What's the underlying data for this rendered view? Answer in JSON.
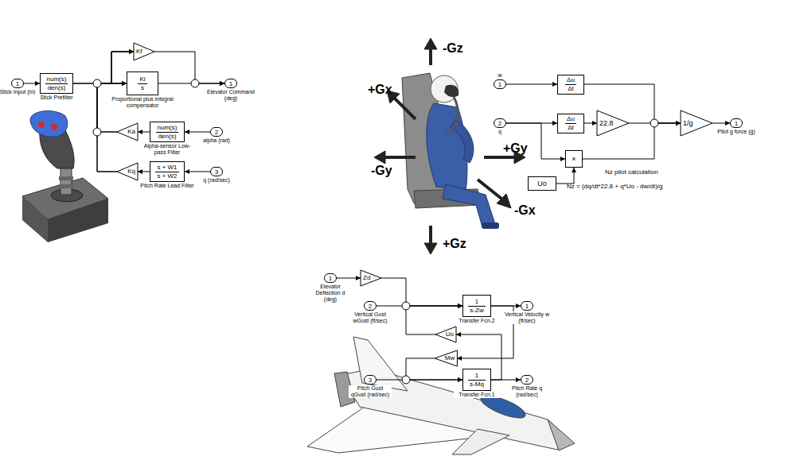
{
  "diagram": {
    "nodes": [
      {
        "text": [
          "1",
          "Stick Input (in)"
        ]
      },
      {
        "text": [
          "num(s)",
          "den(s)",
          "Stick Prefilter"
        ]
      },
      {
        "text": [
          "Kf"
        ]
      },
      {
        "text": [
          "Ki",
          "s",
          "Proportional plus integral compensator"
        ]
      },
      {
        "text": [
          "1",
          "Elevator Command (deg)"
        ]
      },
      {
        "text": [
          "Ka"
        ]
      },
      {
        "text": [
          "num(s)",
          "den(s)",
          "Alpha-sensor Low-pass Filter"
        ]
      },
      {
        "text": [
          "2",
          "alpha (rad)"
        ]
      },
      {
        "text": [
          "Kq"
        ]
      },
      {
        "text": [
          "s + W1",
          "s + W2",
          "Pitch Rate Lead Filter"
        ]
      },
      {
        "text": [
          "3",
          "q (rad/sec)"
        ]
      },
      {
        "text": [
          "1",
          "w"
        ]
      },
      {
        "text": [
          "Δu",
          "Δt"
        ]
      },
      {
        "text": [
          "2",
          "q"
        ]
      },
      {
        "text": [
          "Δu",
          "Δt"
        ]
      },
      {
        "text": [
          "22.8"
        ]
      },
      {
        "text": [
          "1/g"
        ]
      },
      {
        "text": [
          "1",
          "Pilot g force (g)"
        ]
      },
      {
        "text": [
          "×"
        ]
      },
      {
        "text": [
          "Uo"
        ]
      },
      {
        "text": [
          "1",
          "Elevator Deflection d (deg)"
        ]
      },
      {
        "text": [
          "Zd"
        ]
      },
      {
        "text": [
          "2",
          "Vertical Gust wGust (ft/sec)"
        ]
      },
      {
        "text": [
          "1",
          "s-Zw",
          "Transfer Fcn.2"
        ]
      },
      {
        "text": [
          "1",
          "Vertical Velocity w (ft/sec)"
        ]
      },
      {
        "text": [
          "Uo"
        ]
      },
      {
        "text": [
          "Mw"
        ]
      },
      {
        "text": [
          "3",
          "Pitch Gust qGust (rad/sec)"
        ]
      },
      {
        "text": [
          "1",
          "s-Mq",
          "Transfer Fcn.1"
        ]
      },
      {
        "text": [
          "2",
          "Pitch Rate q (rad/sec)"
        ]
      }
    ],
    "edges": [
      {
        "from": 0,
        "to": 1,
        "arrow": "to"
      },
      {
        "from": 1,
        "to": 3,
        "arrow": "to"
      },
      {
        "from": 1,
        "to": 2,
        "arrow": "to"
      },
      {
        "from": 3,
        "to": 4,
        "arrow": "to"
      },
      {
        "from": 2,
        "to": 4,
        "arrow": "to"
      },
      {
        "from": 5,
        "to": 3,
        "arrow": "to"
      },
      {
        "from": 5,
        "to": 2,
        "arrow": "to"
      },
      {
        "from": 8,
        "to": 3,
        "arrow": "to"
      },
      {
        "from": 8,
        "to": 2,
        "arrow": "to"
      },
      {
        "from": 6,
        "to": 5,
        "arrow": "to"
      },
      {
        "from": 7,
        "to": 6,
        "arrow": "to"
      },
      {
        "from": 9,
        "to": 8,
        "arrow": "to"
      },
      {
        "from": 10,
        "to": 9,
        "arrow": "to"
      },
      {
        "from": 11,
        "to": 12,
        "arrow": "to"
      },
      {
        "from": 13,
        "to": 14,
        "arrow": "to"
      },
      {
        "from": 14,
        "to": 15,
        "arrow": "to"
      },
      {
        "from": 12,
        "to": 16,
        "arrow": "to"
      },
      {
        "from": 15,
        "to": 16,
        "arrow": "to"
      },
      {
        "from": 18,
        "to": 16,
        "arrow": "to"
      },
      {
        "from": 16,
        "to": 17,
        "arrow": "to"
      },
      {
        "from": 13,
        "to": 18,
        "arrow": "to"
      },
      {
        "from": 19,
        "to": 18,
        "arrow": "to"
      },
      {
        "from": 20,
        "to": 21,
        "arrow": "to"
      },
      {
        "from": 21,
        "to": 23,
        "arrow": "to"
      },
      {
        "from": 22,
        "to": 23,
        "arrow": "to"
      },
      {
        "from": 23,
        "to": 24,
        "arrow": "to"
      },
      {
        "from": 23,
        "to": 26,
        "arrow": "to"
      },
      {
        "from": 28,
        "to": 25,
        "arrow": "to"
      },
      {
        "from": 25,
        "to": 23,
        "arrow": "to"
      },
      {
        "from": 26,
        "to": 28,
        "arrow": "to"
      },
      {
        "from": 27,
        "to": 28,
        "arrow": "to"
      },
      {
        "from": 28,
        "to": 29,
        "arrow": "to"
      }
    ],
    "labels": [
      "-Gz",
      "+Gx",
      "+Gy",
      "-Gy",
      "-Gx",
      "+Gz",
      "Nz pilot calculation",
      "Nz = (dq/dt*22.8 + q*Uo - dw/dt)/g"
    ]
  }
}
